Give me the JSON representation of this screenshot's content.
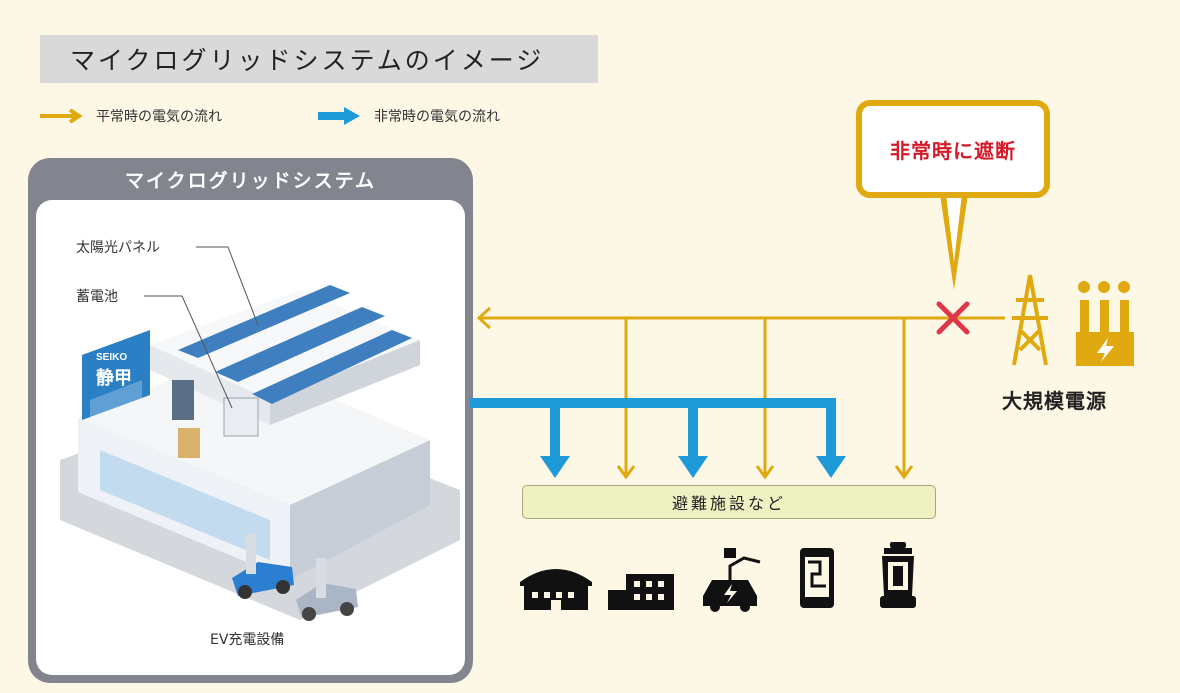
{
  "title": "マイクログリッドシステムのイメージ",
  "legend": {
    "normal_flow": "平常時の電気の流れ",
    "emergency_flow": "非常時の電気の流れ"
  },
  "microgrid": {
    "title": "マイクログリッドシステム",
    "labels": {
      "solar_panel": "太陽光パネル",
      "battery": "蓄電池",
      "ev_charging": "EV充電設備"
    },
    "sign": {
      "brand": "SEIKO",
      "name": "静甲"
    }
  },
  "alert": "非常時に遮断",
  "power_source": "大規模電源",
  "evacuation": "避難施設など",
  "facility_icons": [
    "gymnasium-icon",
    "building-icon",
    "ev-charging-icon",
    "smartphone-icon",
    "lantern-icon"
  ],
  "colors": {
    "normal": "#e0a910",
    "emergency": "#1f9ad8",
    "alert_text": "#d51b2a",
    "cross": "#e0364a",
    "frame": "#82858e",
    "background": "#fdf8e6"
  }
}
